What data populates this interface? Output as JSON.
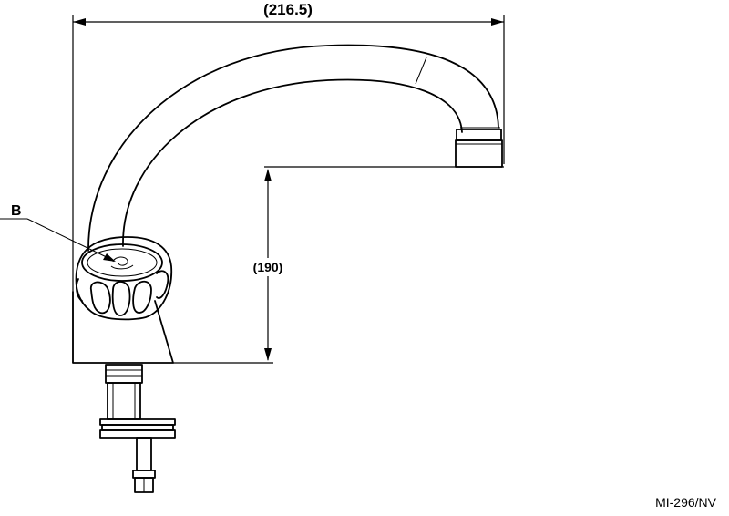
{
  "dimensions": {
    "width_label": "(216.5)",
    "height_label": "(190)"
  },
  "callouts": {
    "handle_label": "B"
  },
  "drawing_code": "MI-296/NV",
  "colors": {
    "ink": "#000000",
    "background": "#ffffff"
  }
}
